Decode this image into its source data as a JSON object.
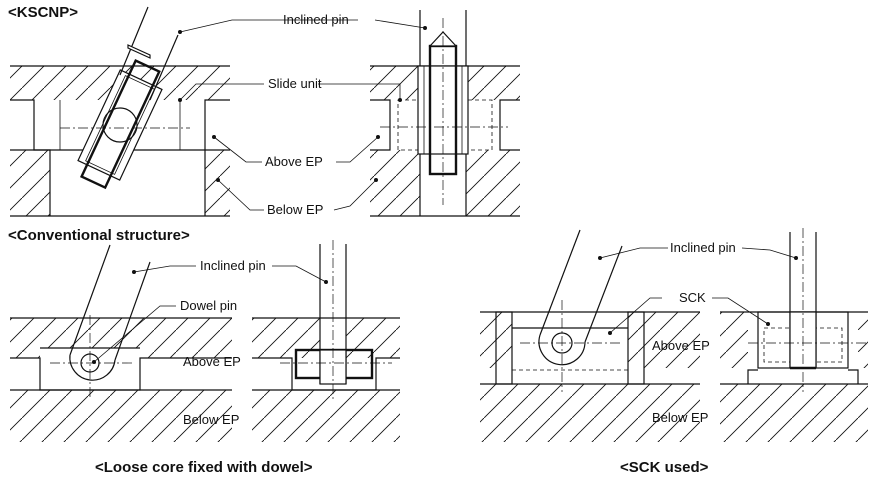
{
  "headings": {
    "kscnp": "<KSCNP>",
    "conventional": "<Conventional structure>",
    "loose_core": "<Loose core fixed with dowel>",
    "sck_used": "<SCK used>"
  },
  "labels": {
    "inclined_pin": "Inclined pin",
    "slide_unit": "Slide unit",
    "above_ep": "Above EP",
    "below_ep": "Below EP",
    "dowel_pin": "Dowel pin",
    "sck": "SCK"
  }
}
